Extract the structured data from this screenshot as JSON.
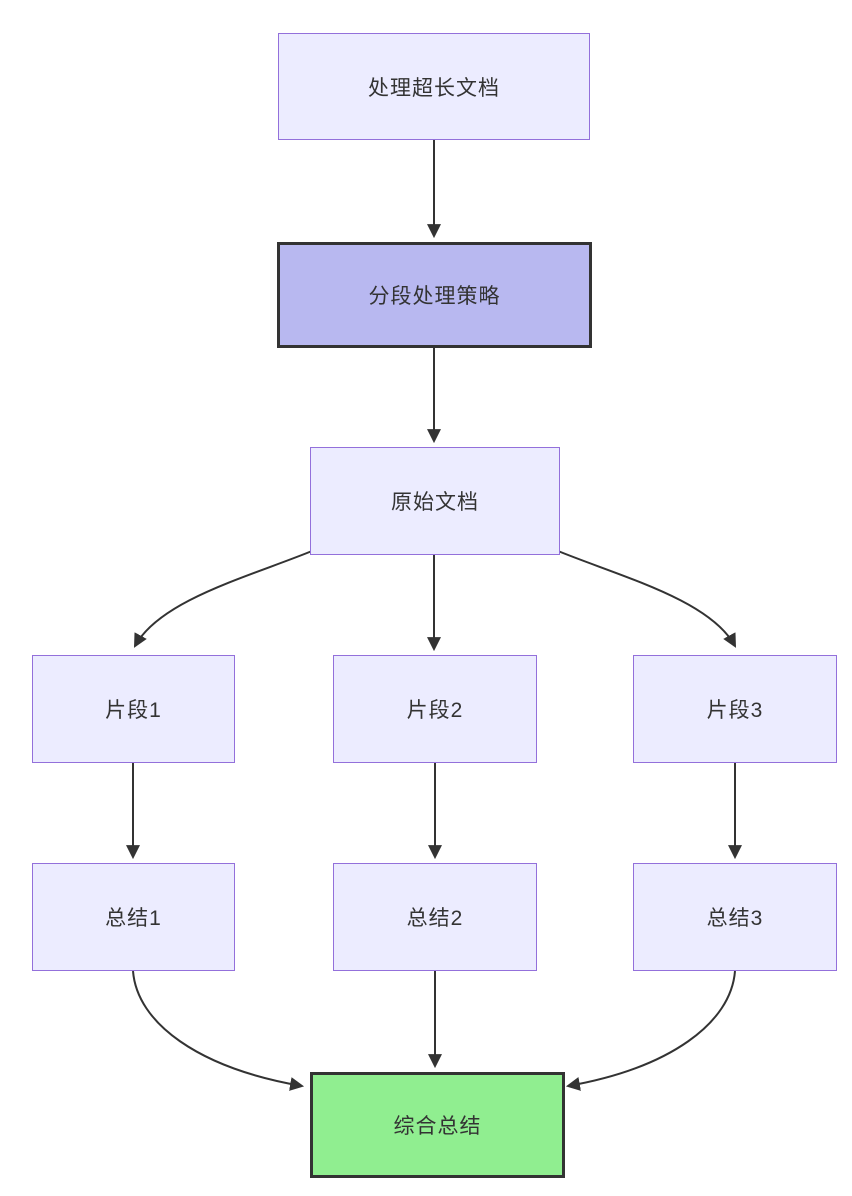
{
  "diagram": {
    "type": "flowchart",
    "direction": "top-down",
    "background": "#ffffff",
    "nodes": [
      {
        "id": "process-long-doc",
        "label": "处理超长文档",
        "style": "default"
      },
      {
        "id": "segment-strategy",
        "label": "分段处理策略",
        "style": "emphasis"
      },
      {
        "id": "original-doc",
        "label": "原始文档",
        "style": "default"
      },
      {
        "id": "fragment-1",
        "label": "片段1",
        "style": "default"
      },
      {
        "id": "fragment-2",
        "label": "片段2",
        "style": "default"
      },
      {
        "id": "fragment-3",
        "label": "片段3",
        "style": "default"
      },
      {
        "id": "summary-1",
        "label": "总结1",
        "style": "default"
      },
      {
        "id": "summary-2",
        "label": "总结2",
        "style": "default"
      },
      {
        "id": "summary-3",
        "label": "总结3",
        "style": "default"
      },
      {
        "id": "final-summary",
        "label": "综合总结",
        "style": "success"
      }
    ],
    "edges": [
      {
        "from": "process-long-doc",
        "to": "segment-strategy"
      },
      {
        "from": "segment-strategy",
        "to": "original-doc"
      },
      {
        "from": "original-doc",
        "to": "fragment-1"
      },
      {
        "from": "original-doc",
        "to": "fragment-2"
      },
      {
        "from": "original-doc",
        "to": "fragment-3"
      },
      {
        "from": "fragment-1",
        "to": "summary-1"
      },
      {
        "from": "fragment-2",
        "to": "summary-2"
      },
      {
        "from": "fragment-3",
        "to": "summary-3"
      },
      {
        "from": "summary-1",
        "to": "final-summary"
      },
      {
        "from": "summary-2",
        "to": "final-summary"
      },
      {
        "from": "summary-3",
        "to": "final-summary"
      }
    ],
    "colors": {
      "node_fill": "#ECECFF",
      "node_border": "#9370DB",
      "emphasis_fill": "#B8B8F0",
      "emphasis_border": "#333333",
      "success_fill": "#90EE90",
      "success_border": "#333333",
      "edge": "#333333",
      "text": "#333333"
    }
  }
}
